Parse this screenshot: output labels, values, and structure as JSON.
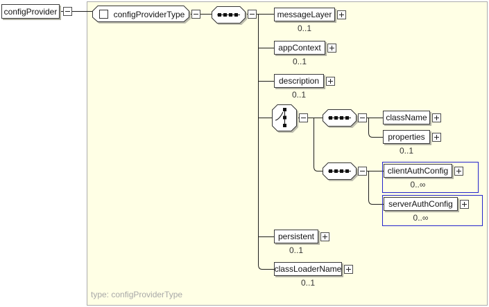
{
  "panel": {
    "footer_text": "type: configProviderType"
  },
  "root_element": {
    "label": "configProvider"
  },
  "complex_type": {
    "label": "configProviderType"
  },
  "compositors": {
    "sequence_top": {
      "type": "sequence"
    },
    "choice": {
      "type": "choice"
    },
    "sequence_class": {
      "type": "sequence"
    },
    "sequence_auth": {
      "type": "sequence"
    }
  },
  "elements": {
    "messageLayer": {
      "label": "messageLayer",
      "cardinality": "0..1"
    },
    "appContext": {
      "label": "appContext",
      "cardinality": "0..1"
    },
    "description": {
      "label": "description",
      "cardinality": "0..1"
    },
    "className": {
      "label": "className",
      "cardinality": ""
    },
    "properties": {
      "label": "properties",
      "cardinality": "0..1"
    },
    "clientAuthConfig": {
      "label": "clientAuthConfig",
      "cardinality": "0..∞"
    },
    "serverAuthConfig": {
      "label": "serverAuthConfig",
      "cardinality": "0..∞"
    },
    "persistent": {
      "label": "persistent",
      "cardinality": "0..1"
    },
    "classLoaderName": {
      "label": "classLoaderName",
      "cardinality": "0..1"
    }
  },
  "colors": {
    "panel_bg": "#FFFFE5",
    "panel_border": "#ABABAB",
    "multi_occurrence_border": "#2323CC",
    "connector": "#1C1C1C",
    "footer_text": "#A8A8A8"
  }
}
